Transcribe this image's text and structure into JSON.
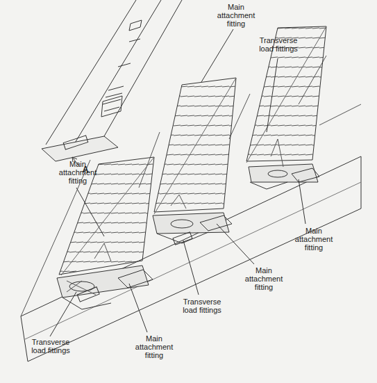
{
  "diagram": {
    "labels": [
      "Main attachment fitting",
      "Transverse load fittings",
      "Main attachment fitting",
      "Main attachment fitting",
      "Main attachment fitting",
      "Transverse load fittings",
      "Main attachment fitting",
      "Transverse load fittings",
      "A"
    ]
  }
}
